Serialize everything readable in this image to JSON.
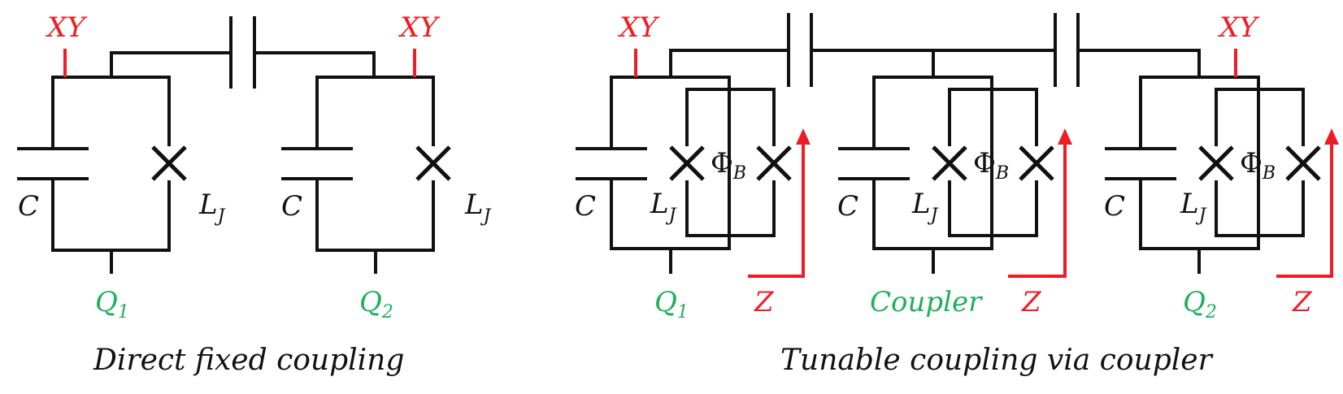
{
  "colors": {
    "wire": "#111111",
    "xy_line": "#ee1c24",
    "z_line": "#ee1c24",
    "qubit_label": "#1fb05a"
  },
  "left": {
    "caption": "Direct fixed coupling",
    "xy_label": "XY",
    "cap_label": "C",
    "lj_label": "L",
    "lj_sub": "J",
    "q1_label": "Q",
    "q1_sub": "1",
    "q2_label": "Q",
    "q2_sub": "2"
  },
  "right": {
    "caption": "Tunable coupling via coupler",
    "xy_label": "XY",
    "cap_label": "C",
    "lj_label": "L",
    "lj_sub": "J",
    "phi_label": "Φ",
    "phi_sub": "B",
    "z_label": "Z",
    "q1_label": "Q",
    "q1_sub": "1",
    "coupler_label": "Coupler",
    "q2_label": "Q",
    "q2_sub": "2"
  }
}
